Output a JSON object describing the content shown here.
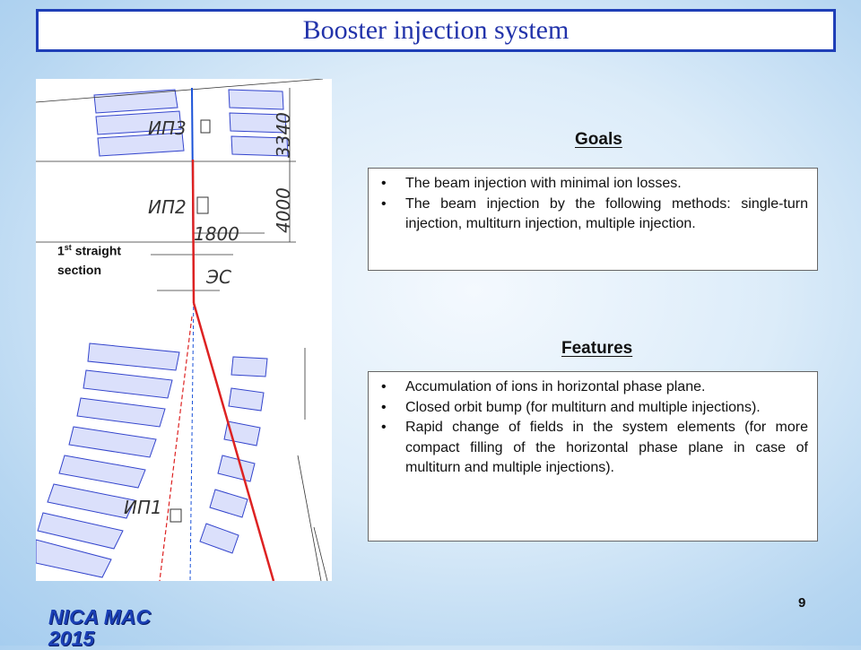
{
  "title": "Booster injection system",
  "drawing": {
    "dim_top": "3340",
    "dim_mid": "4000",
    "dim_horizontal": "1800",
    "label_ip3": "ИП3",
    "label_ip2": "ИП2",
    "label_es": "ЭС",
    "label_ip1": "ИП1"
  },
  "section_label": {
    "line1_number": "1",
    "line1_sup": "st",
    "line1_rest": " straight",
    "line2": "section"
  },
  "goals": {
    "heading": "Goals",
    "items": [
      "The beam injection with minimal ion losses.",
      "The beam injection by the following methods: single-turn injection, multiturn injection, multiple injection."
    ]
  },
  "features": {
    "heading": "Features",
    "items": [
      "Accumulation of ions in horizontal phase plane.",
      "Closed orbit bump (for multiturn and multiple injections).",
      "Rapid change of fields in the system elements (for more compact filling of the horizontal phase plane in case of multiturn and multiple injections)."
    ]
  },
  "footer": {
    "logo_line1": "NICA MAC",
    "logo_line2": "2015",
    "page_number": "9"
  },
  "colors": {
    "title_border": "#1f3fb7",
    "title_text": "#2233aa",
    "magnet_blue": "#3344cc",
    "beam_red": "#dd2222"
  }
}
